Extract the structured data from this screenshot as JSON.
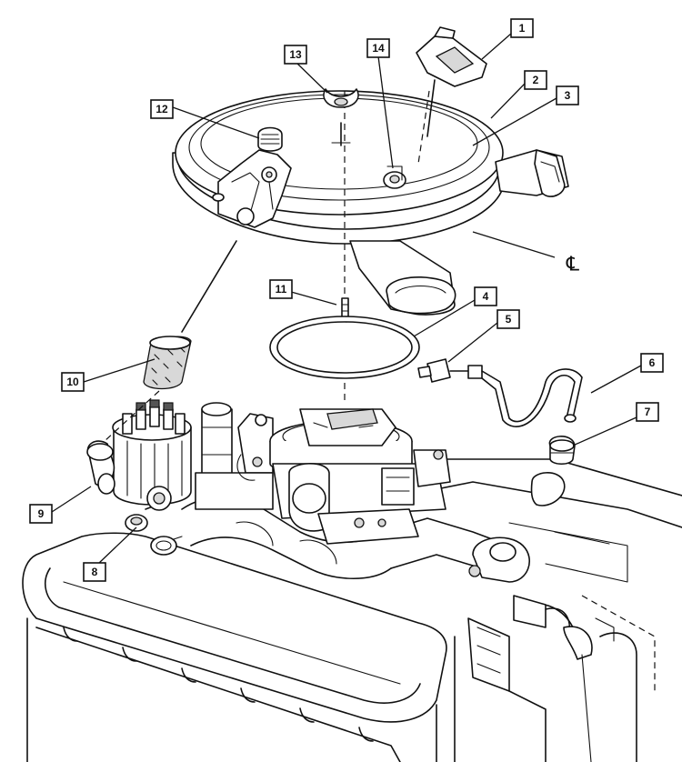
{
  "diagram": {
    "callouts": [
      {
        "id": "callout-1",
        "label": "1"
      },
      {
        "id": "callout-2",
        "label": "2"
      },
      {
        "id": "callout-3",
        "label": "3"
      },
      {
        "id": "callout-4",
        "label": "4"
      },
      {
        "id": "callout-5",
        "label": "5"
      },
      {
        "id": "callout-6",
        "label": "6"
      },
      {
        "id": "callout-7",
        "label": "7"
      },
      {
        "id": "callout-8",
        "label": "8"
      },
      {
        "id": "callout-9",
        "label": "9"
      },
      {
        "id": "callout-10",
        "label": "10"
      },
      {
        "id": "callout-11",
        "label": "11"
      },
      {
        "id": "callout-12",
        "label": "12"
      },
      {
        "id": "callout-13",
        "label": "13"
      },
      {
        "id": "callout-14",
        "label": "14"
      }
    ],
    "centerline_label": "℄"
  }
}
